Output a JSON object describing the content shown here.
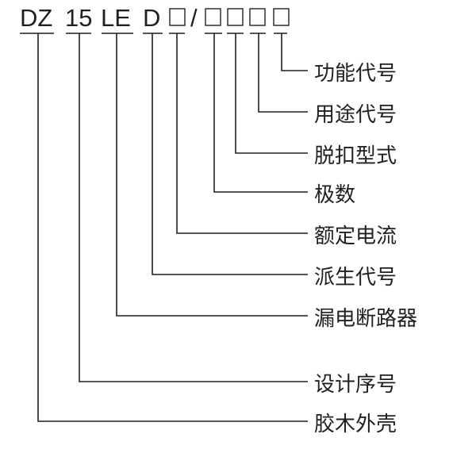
{
  "code": {
    "parts": [
      "DZ",
      "15",
      "LE",
      "D",
      "/"
    ]
  },
  "labels": [
    "功能代号",
    "用途代号",
    "脱扣型式",
    "极数",
    "额定电流",
    "派生代号",
    "漏电断路器",
    "设计序号",
    "胶木外壳"
  ]
}
